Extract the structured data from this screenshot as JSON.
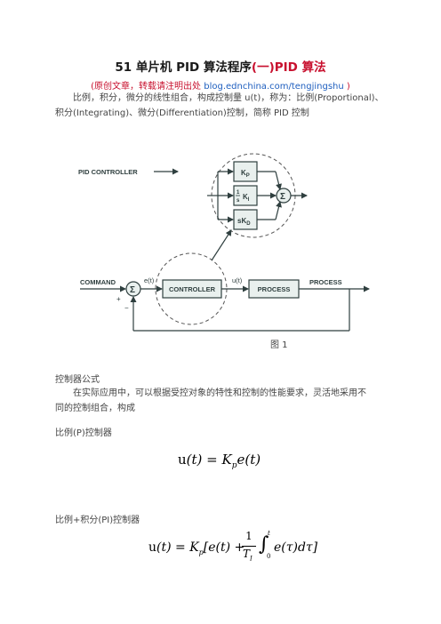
{
  "doc": {
    "title_main": "51 单片机 PID 算法程序",
    "title_red": "(一)PID 算法",
    "note_prefix": "(原创文章，转载请注明出处 ",
    "note_link": "blog.ednchina.com/tengjingshu",
    "note_suffix": " )",
    "intro_line1": "比例，积分，微分的线性组合，构成控制量 u(t)，称为：比例(Proportional)、",
    "intro_line2": "积分(Integrating)、微分(Differentiation)控制，简称 PID 控制",
    "figure_caption": "图 1",
    "section_formula": "控制器公式",
    "body_line1": "在实际应用中，可以根据受控对象的特性和控制的性能要求，灵活地采用不",
    "body_line2": "同的控制组合，构成",
    "p_heading": "比例(P)控制器",
    "pi_heading": "比例+积分(PI)控制器"
  },
  "diagram": {
    "pid_controller_label": "PID CONTROLLER",
    "kp": "K",
    "kp_sub": "P",
    "ki_num": "1",
    "ki_den": "s",
    "ki": "K",
    "ki_sub": "I",
    "kd": "sK",
    "kd_sub": "D",
    "sum_symbol": "Σ",
    "command_label": "COMMAND",
    "plus_sign": "+",
    "minus_sign": "−",
    "e_label": "e(t)",
    "controller_label": "CONTROLLER",
    "u_label": "u(t)",
    "process_block_label": "PROCESS",
    "process_out_label": "PROCESS"
  },
  "formulas": {
    "p_u": "u",
    "p_lhs": "(t) = K",
    "p_sub": "p",
    "p_rhs": "e(t)",
    "pi_u": "u",
    "pi_a": "(t) = K",
    "pi_sub": "p",
    "pi_b": "[e(t) +",
    "pi_num": "1",
    "pi_den": "T",
    "pi_den_sub": "I",
    "pi_int": "∫",
    "pi_upper": "t",
    "pi_lower": "0",
    "pi_c": "e(τ)dτ]"
  },
  "colors": {
    "line": "#2f3f3f",
    "block_fill": "#e9f0ee",
    "title_red": "#c8102e",
    "link_blue": "#1f5fbf"
  }
}
